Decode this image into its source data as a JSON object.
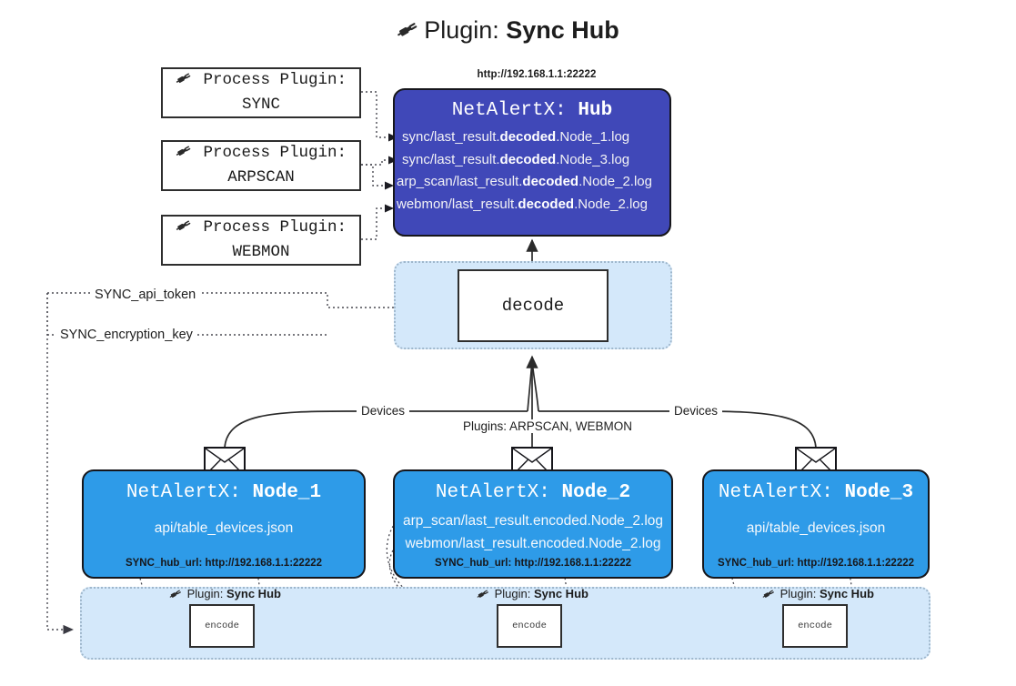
{
  "header": {
    "icon": "plug-icon",
    "prefix": "Plugin:",
    "title": "Sync Hub"
  },
  "process_plugins": [
    {
      "line1": "Process Plugin:",
      "line2": "SYNC",
      "icon": "plug-icon"
    },
    {
      "line1": "Process Plugin:",
      "line2": "ARPSCAN",
      "icon": "plug-icon"
    },
    {
      "line1": "Process Plugin:",
      "line2": "WEBMON",
      "icon": "plug-icon"
    }
  ],
  "hub": {
    "url": "http://192.168.1.1:22222",
    "title_prefix": "NetAlertX:",
    "title_name": "Hub",
    "lines": [
      {
        "pre": "sync/last_result.",
        "strong": "decoded",
        "post": ".Node_1.log"
      },
      {
        "pre": "sync/last_result.",
        "strong": "decoded",
        "post": ".Node_3.log"
      },
      {
        "pre": "arp_scan/last_result.",
        "strong": "decoded",
        "post": ".Node_2.log"
      },
      {
        "pre": "webmon/last_result.",
        "strong": "decoded",
        "post": ".Node_2.log"
      }
    ]
  },
  "decode": {
    "label": "decode"
  },
  "config_labels": [
    {
      "text": "SYNC_api_token"
    },
    {
      "text": "SYNC_encryption_key"
    }
  ],
  "edge_labels": {
    "left_devices": "Devices",
    "center_plugins": "Plugins: ARPSCAN, WEBMON",
    "right_devices": "Devices"
  },
  "nodes": [
    {
      "title_prefix": "NetAlertX:",
      "title_name": "Node_1",
      "lines": [
        "api/table_devices.json"
      ],
      "url_key": "SYNC_hub_url:",
      "url_value": "http://192.168.1.1:22222",
      "icon": "envelope-icon"
    },
    {
      "title_prefix": "NetAlertX:",
      "title_name": "Node_2",
      "lines": [
        "arp_scan/last_result.encoded.Node_2.log",
        "webmon/last_result.encoded.Node_2.log"
      ],
      "url_key": "SYNC_hub_url:",
      "url_value": "http://192.168.1.1:22222",
      "icon": "envelope-icon"
    },
    {
      "title_prefix": "NetAlertX:",
      "title_name": "Node_3",
      "lines": [
        "api/table_devices.json"
      ],
      "url_key": "SYNC_hub_url:",
      "url_value": "http://192.168.1.1:22222",
      "icon": "envelope-icon"
    }
  ],
  "encoders": [
    {
      "caption_prefix": "Plugin:",
      "caption_name": "Sync Hub",
      "label": "encode",
      "icon": "plug-icon"
    },
    {
      "caption_prefix": "Plugin:",
      "caption_name": "Sync Hub",
      "label": "encode",
      "icon": "plug-icon"
    },
    {
      "caption_prefix": "Plugin:",
      "caption_name": "Sync Hub",
      "label": "encode",
      "icon": "plug-icon"
    }
  ],
  "colors": {
    "hub_fill": "#4048b8",
    "node_fill": "#2e9be8",
    "container_fill": "#d4e8fa",
    "stroke": "#2e2e2e",
    "background": "#ffffff"
  }
}
